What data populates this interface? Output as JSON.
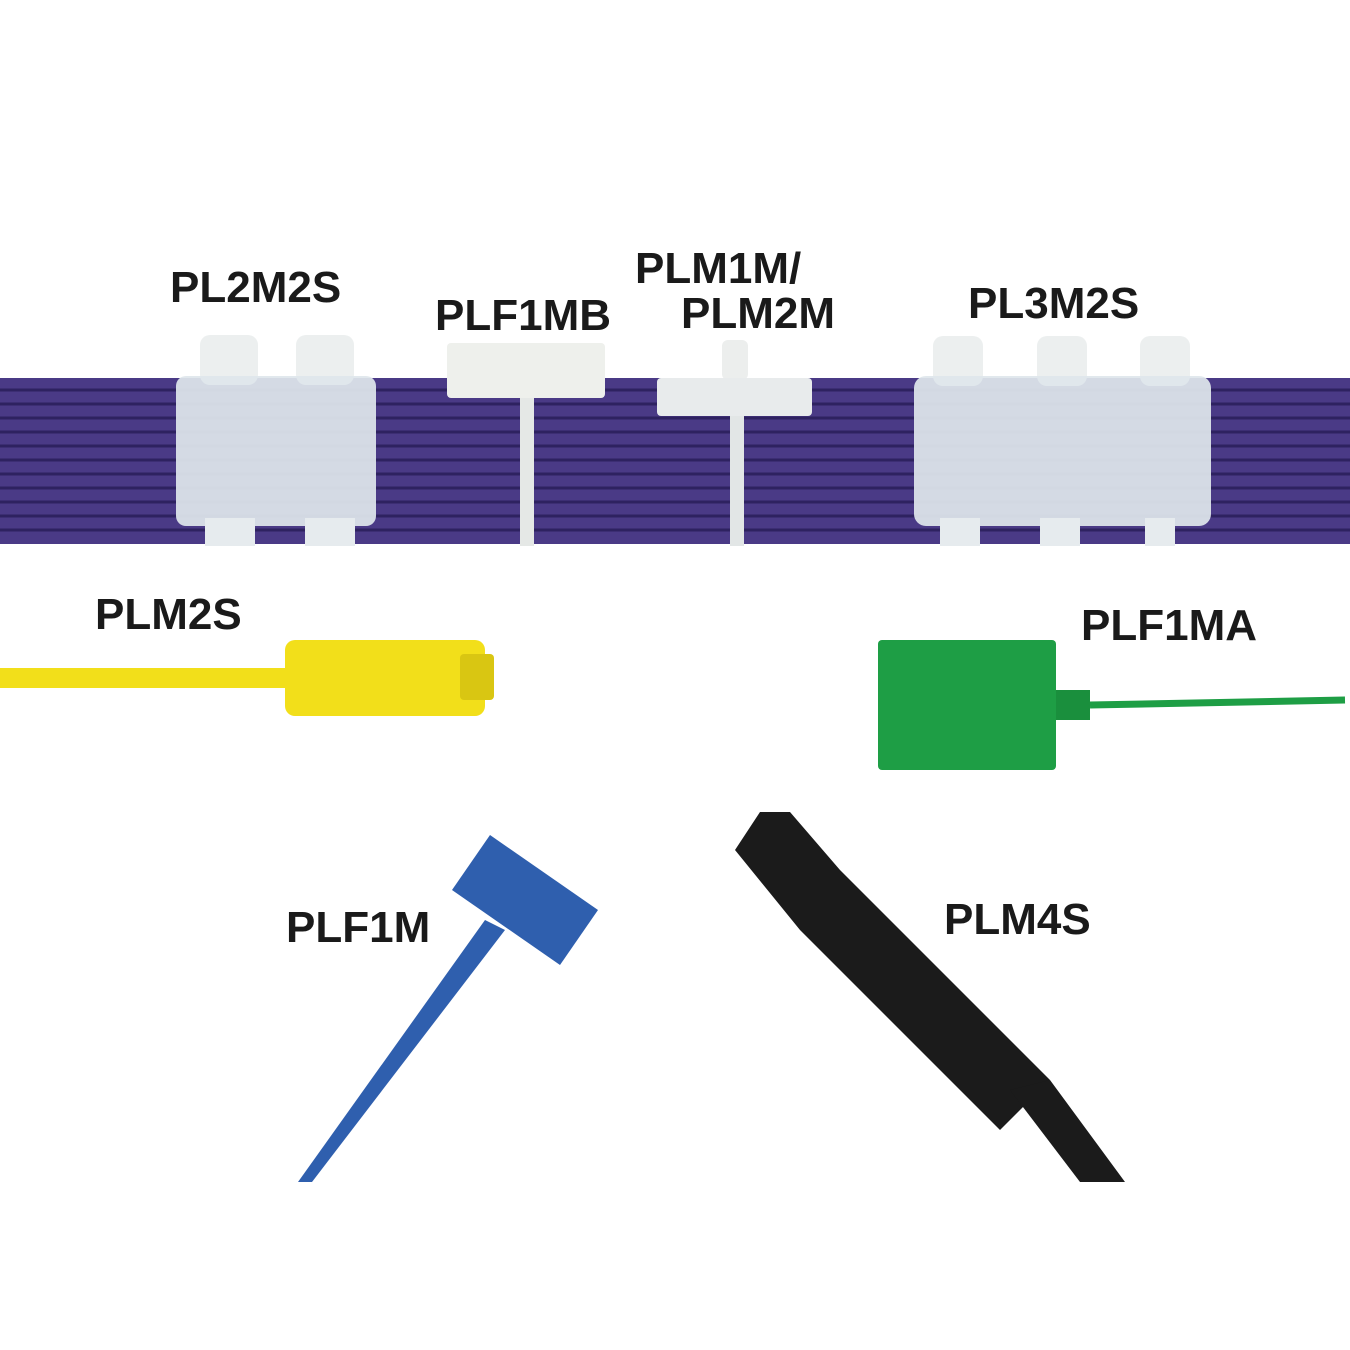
{
  "labels": {
    "pl2m2s": "PL2M2S",
    "plf1mb": "PLF1MB",
    "plm1m_line1": "PLM1M/",
    "plm1m_line2": "PLM2M",
    "pl3m2s": "PL3M2S",
    "plm2s": "PLM2S",
    "plf1ma": "PLF1MA",
    "plf1m": "PLF1M",
    "plm4s": "PLM4S"
  },
  "colors": {
    "cable": "#4a3a86",
    "marker_natural": "#e8ecef",
    "yellow": "#f2df1a",
    "green": "#1e9e45",
    "blue": "#2f5fae",
    "black": "#1b1b1b"
  }
}
